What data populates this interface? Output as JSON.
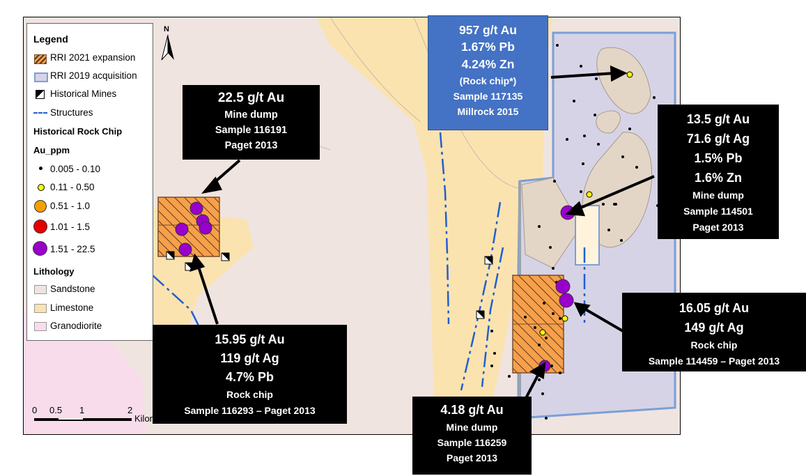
{
  "legend": {
    "title": "Legend",
    "items": [
      {
        "label": "RRI 2021 expansion",
        "icon": "hatched-orange-swatch"
      },
      {
        "label": "RRI 2019 acquisition",
        "icon": "blue-outline-swatch"
      },
      {
        "label": "Historical Mines",
        "icon": "mine-symbol"
      },
      {
        "label": "Structures",
        "icon": "dashed-blue-line"
      }
    ],
    "rock_chip_header": "Historical Rock Chip",
    "au_header": "Au_ppm",
    "au_classes": [
      {
        "label": "0.005 - 0.10",
        "color": "#000000"
      },
      {
        "label": "0.11 - 0.50",
        "color": "#ffff00"
      },
      {
        "label": "0.51 - 1.0",
        "color": "#f5a000"
      },
      {
        "label": "1.01 - 1.5",
        "color": "#e60000"
      },
      {
        "label": "1.51 - 22.5",
        "color": "#9900cc"
      }
    ],
    "lithology_header": "Lithology",
    "lithology": [
      {
        "label": "Sandstone",
        "color": "#efe4e0"
      },
      {
        "label": "Limestone",
        "color": "#fbe3b0"
      },
      {
        "label": "Granodiorite",
        "color": "#f9dcec"
      }
    ]
  },
  "north_arrow": {
    "label": "N"
  },
  "scale_bar": {
    "ticks": [
      "0",
      "0.5",
      "1",
      "2"
    ],
    "unit": "Kilor"
  },
  "callouts": {
    "c1": {
      "lines": [
        "22.5 g/t Au",
        "Mine dump",
        "Sample 116191",
        "Paget 2013"
      ]
    },
    "c2": {
      "lines": [
        "957 g/t Au",
        "1.67% Pb",
        "4.24% Zn",
        "(Rock chip*)",
        "Sample 117135",
        "Millrock 2015"
      ]
    },
    "c3": {
      "lines": [
        "13.5 g/t Au",
        "71.6 g/t Ag",
        "1.5% Pb",
        "1.6% Zn",
        "Mine dump",
        "Sample 114501",
        "Paget 2013"
      ]
    },
    "c4": {
      "lines": [
        "15.95 g/t Au",
        "119 g/t Ag",
        "4.7% Pb",
        "Rock chip",
        "Sample 116293 – Paget 2013"
      ]
    },
    "c5": {
      "lines": [
        "16.05 g/t Au",
        "149 g/t Ag",
        "Rock chip",
        "Sample 114459 – Paget 2013"
      ]
    },
    "c6": {
      "lines": [
        "4.18 g/t Au",
        "Mine dump",
        "Sample 116259",
        "Paget 2013"
      ]
    }
  },
  "colors": {
    "sandstone": "#efe4e0",
    "limestone": "#fbe3b0",
    "granodiorite": "#f9dcec",
    "acquisition_fill": "#d6d3e6",
    "acquisition_outline": "#7a9fd6",
    "expansion_fill": "#f7a04a",
    "structure": "#1f5fd0",
    "callout_black": "#000000",
    "callout_blue": "#4472c4"
  }
}
